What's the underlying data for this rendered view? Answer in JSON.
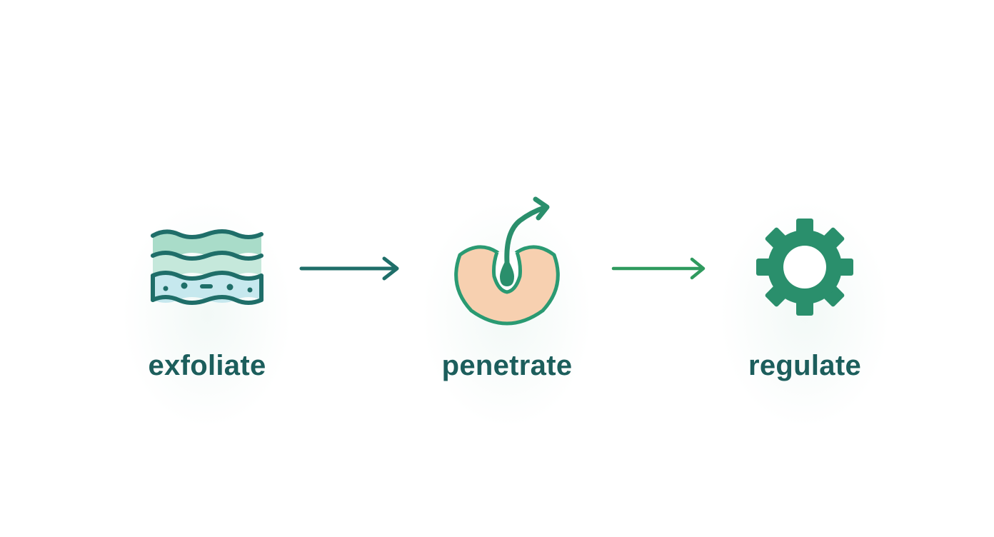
{
  "steps": [
    {
      "label": "exfoliate",
      "icon": "skin-layers-icon",
      "label_color": "#1c5e5c"
    },
    {
      "label": "penetrate",
      "icon": "pore-arrow-icon",
      "label_color": "#1c5e5c"
    },
    {
      "label": "regulate",
      "icon": "gear-icon",
      "label_color": "#1c5e5c"
    }
  ],
  "connectors": [
    {
      "from": "exfoliate",
      "to": "penetrate",
      "color": "#1f6e69"
    },
    {
      "from": "penetrate",
      "to": "regulate",
      "color": "#2f9a5e"
    }
  ],
  "colors": {
    "dark_teal": "#1f6e69",
    "mint": "#a9dcc9",
    "light_blue": "#c6e8ee",
    "peach": "#f7d0b0",
    "green": "#2a8f6c",
    "arrow_green": "#2f9a5e"
  }
}
